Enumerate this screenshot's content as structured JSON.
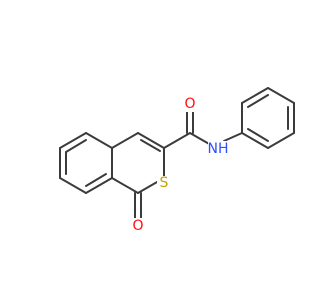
{
  "molecule": {
    "atoms": {
      "O_amide": {
        "symbol": "O",
        "color": "#ff0d0d"
      },
      "N_amide": {
        "symbol": "NH",
        "color": "#3050f8"
      },
      "S_ring": {
        "symbol": "S",
        "color": "#c8a200"
      },
      "O_keto": {
        "symbol": "O",
        "color": "#ff0d0d"
      }
    },
    "bond_color": "#3b3b3b"
  }
}
